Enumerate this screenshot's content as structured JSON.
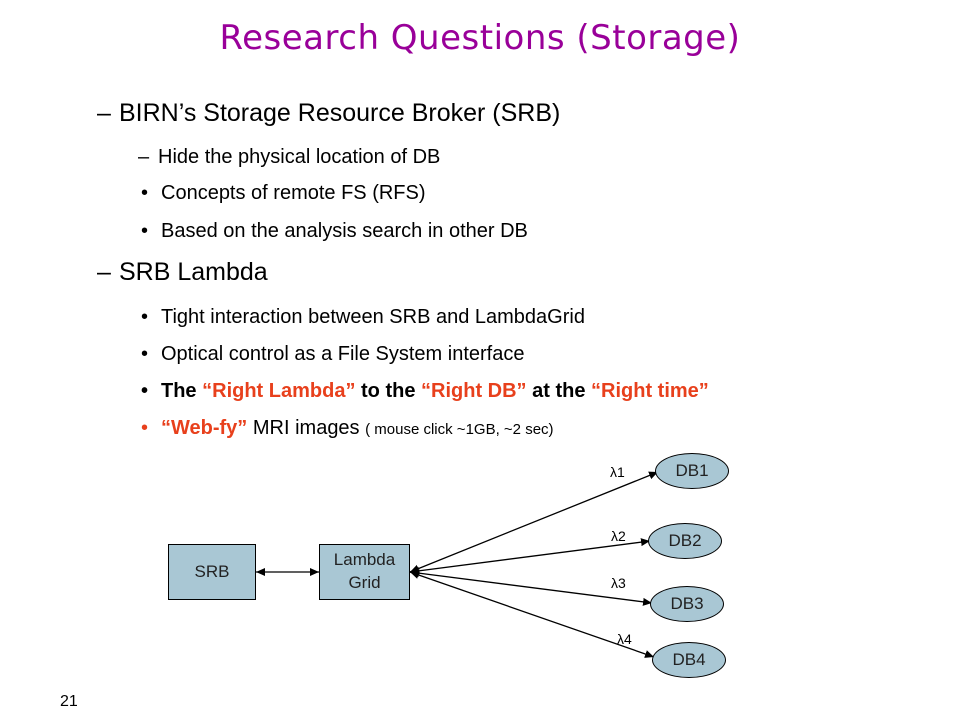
{
  "title": "Research Questions (Storage)",
  "outline": {
    "item1": {
      "text": "BIRN’s Storage Resource Broker (SRB)"
    },
    "item1_sub": {
      "dash_item": "Hide the physical location of DB",
      "bullet1": "Concepts of remote FS (RFS)",
      "bullet2": "Based on the analysis search in other DB"
    },
    "item2": {
      "text": "SRB Lambda"
    },
    "item2_sub": {
      "bullet1": "Tight interaction between SRB and LambdaGrid",
      "bullet2": "Optical control as a File System interface",
      "bullet3": {
        "p1": "The ",
        "p2": "“Right Lambda”",
        "p3": " to the ",
        "p4": "“Right DB”",
        "p5": " at the ",
        "p6": "“Right time”"
      },
      "bullet4": {
        "p1": "“Web-fy”",
        "p2": " MRI images ",
        "p3": "( mouse click ~1GB, ~2 sec)"
      }
    }
  },
  "diagram": {
    "srb": "SRB",
    "lambda_grid_line1": "Lambda",
    "lambda_grid_line2": "Grid",
    "databases": [
      "DB1",
      "DB2",
      "DB3",
      "DB4"
    ],
    "lambdas": [
      "λ1",
      "λ2",
      "λ3",
      "λ4"
    ]
  },
  "page_number": "21",
  "colors": {
    "title": "#990099",
    "highlight": "#e8401c",
    "node_fill": "#a9c7d4"
  }
}
